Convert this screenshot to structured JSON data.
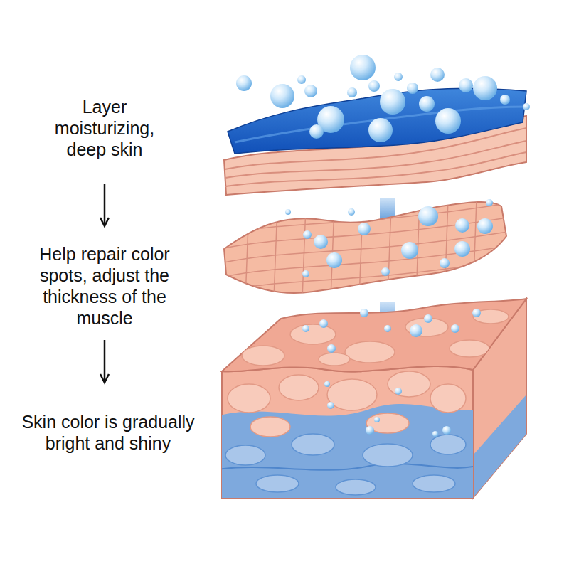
{
  "diagram": {
    "labels": [
      "Layer moisturizing, deep skin",
      "Help repair color spots, adjust the thickness of the muscle",
      "Skin color is gradually bright and shiny"
    ]
  }
}
